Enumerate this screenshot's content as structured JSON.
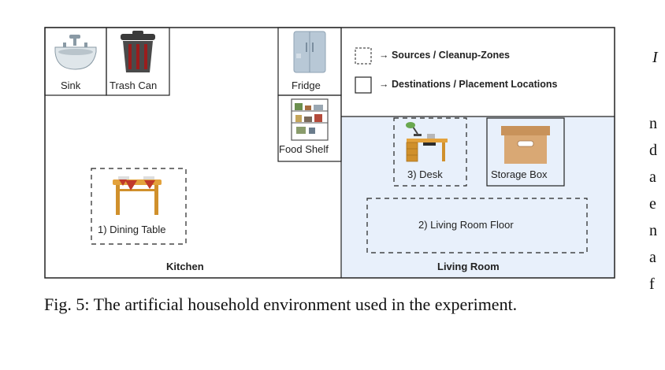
{
  "rooms": {
    "kitchen": "Kitchen",
    "living_room": "Living Room"
  },
  "items": {
    "sink": "Sink",
    "trash_can": "Trash Can",
    "fridge": "Fridge",
    "food_shelf": "Food Shelf",
    "dining_table": "1) Dining Table",
    "desk": "3) Desk",
    "storage_box": "Storage Box",
    "living_room_floor": "2) Living Room Floor"
  },
  "legend": {
    "sources": "→ Sources / Cleanup-Zones",
    "destinations": "→ Destinations / Placement Locations"
  },
  "caption": "Fig. 5: The artificial household environment used in the experiment.",
  "right_column": {
    "heading": "I",
    "letters": [
      "n",
      "d",
      "a",
      "e",
      "n",
      "a",
      "f"
    ]
  },
  "colors": {
    "living_room_bg": "#e8f0fb",
    "border": "#222222",
    "table_wood": "#e3a23c",
    "box": "#d9a874"
  }
}
